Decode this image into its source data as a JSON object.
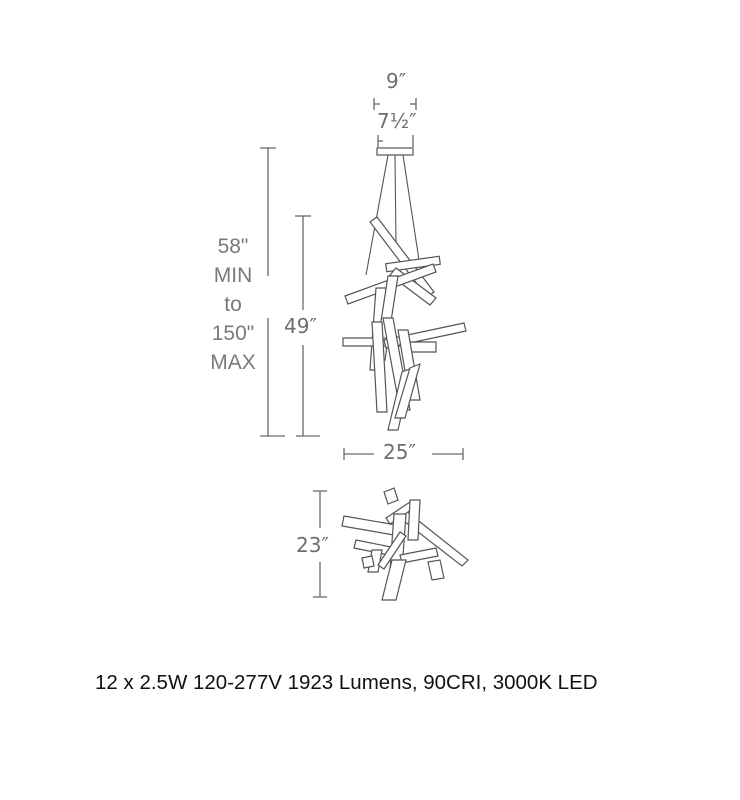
{
  "diagram": {
    "type": "product-dimension-drawing",
    "subject": "LED chandelier pendant",
    "dimensions": {
      "canopy_width": "9″",
      "canopy_plate_width": "7½″",
      "overall_height_line1": "58\"",
      "overall_height_line2": "MIN",
      "overall_height_line3": "to",
      "overall_height_line4": "150\"",
      "overall_height_line5": "MAX",
      "fixture_height": "49″",
      "fixture_width": "25″",
      "top_view_depth": "23″"
    },
    "views": [
      "front-elevation",
      "top-view"
    ]
  },
  "specs": {
    "text": "12 x 2.5W 120-277V 1923 Lumens, 90CRI, 3000K LED"
  }
}
